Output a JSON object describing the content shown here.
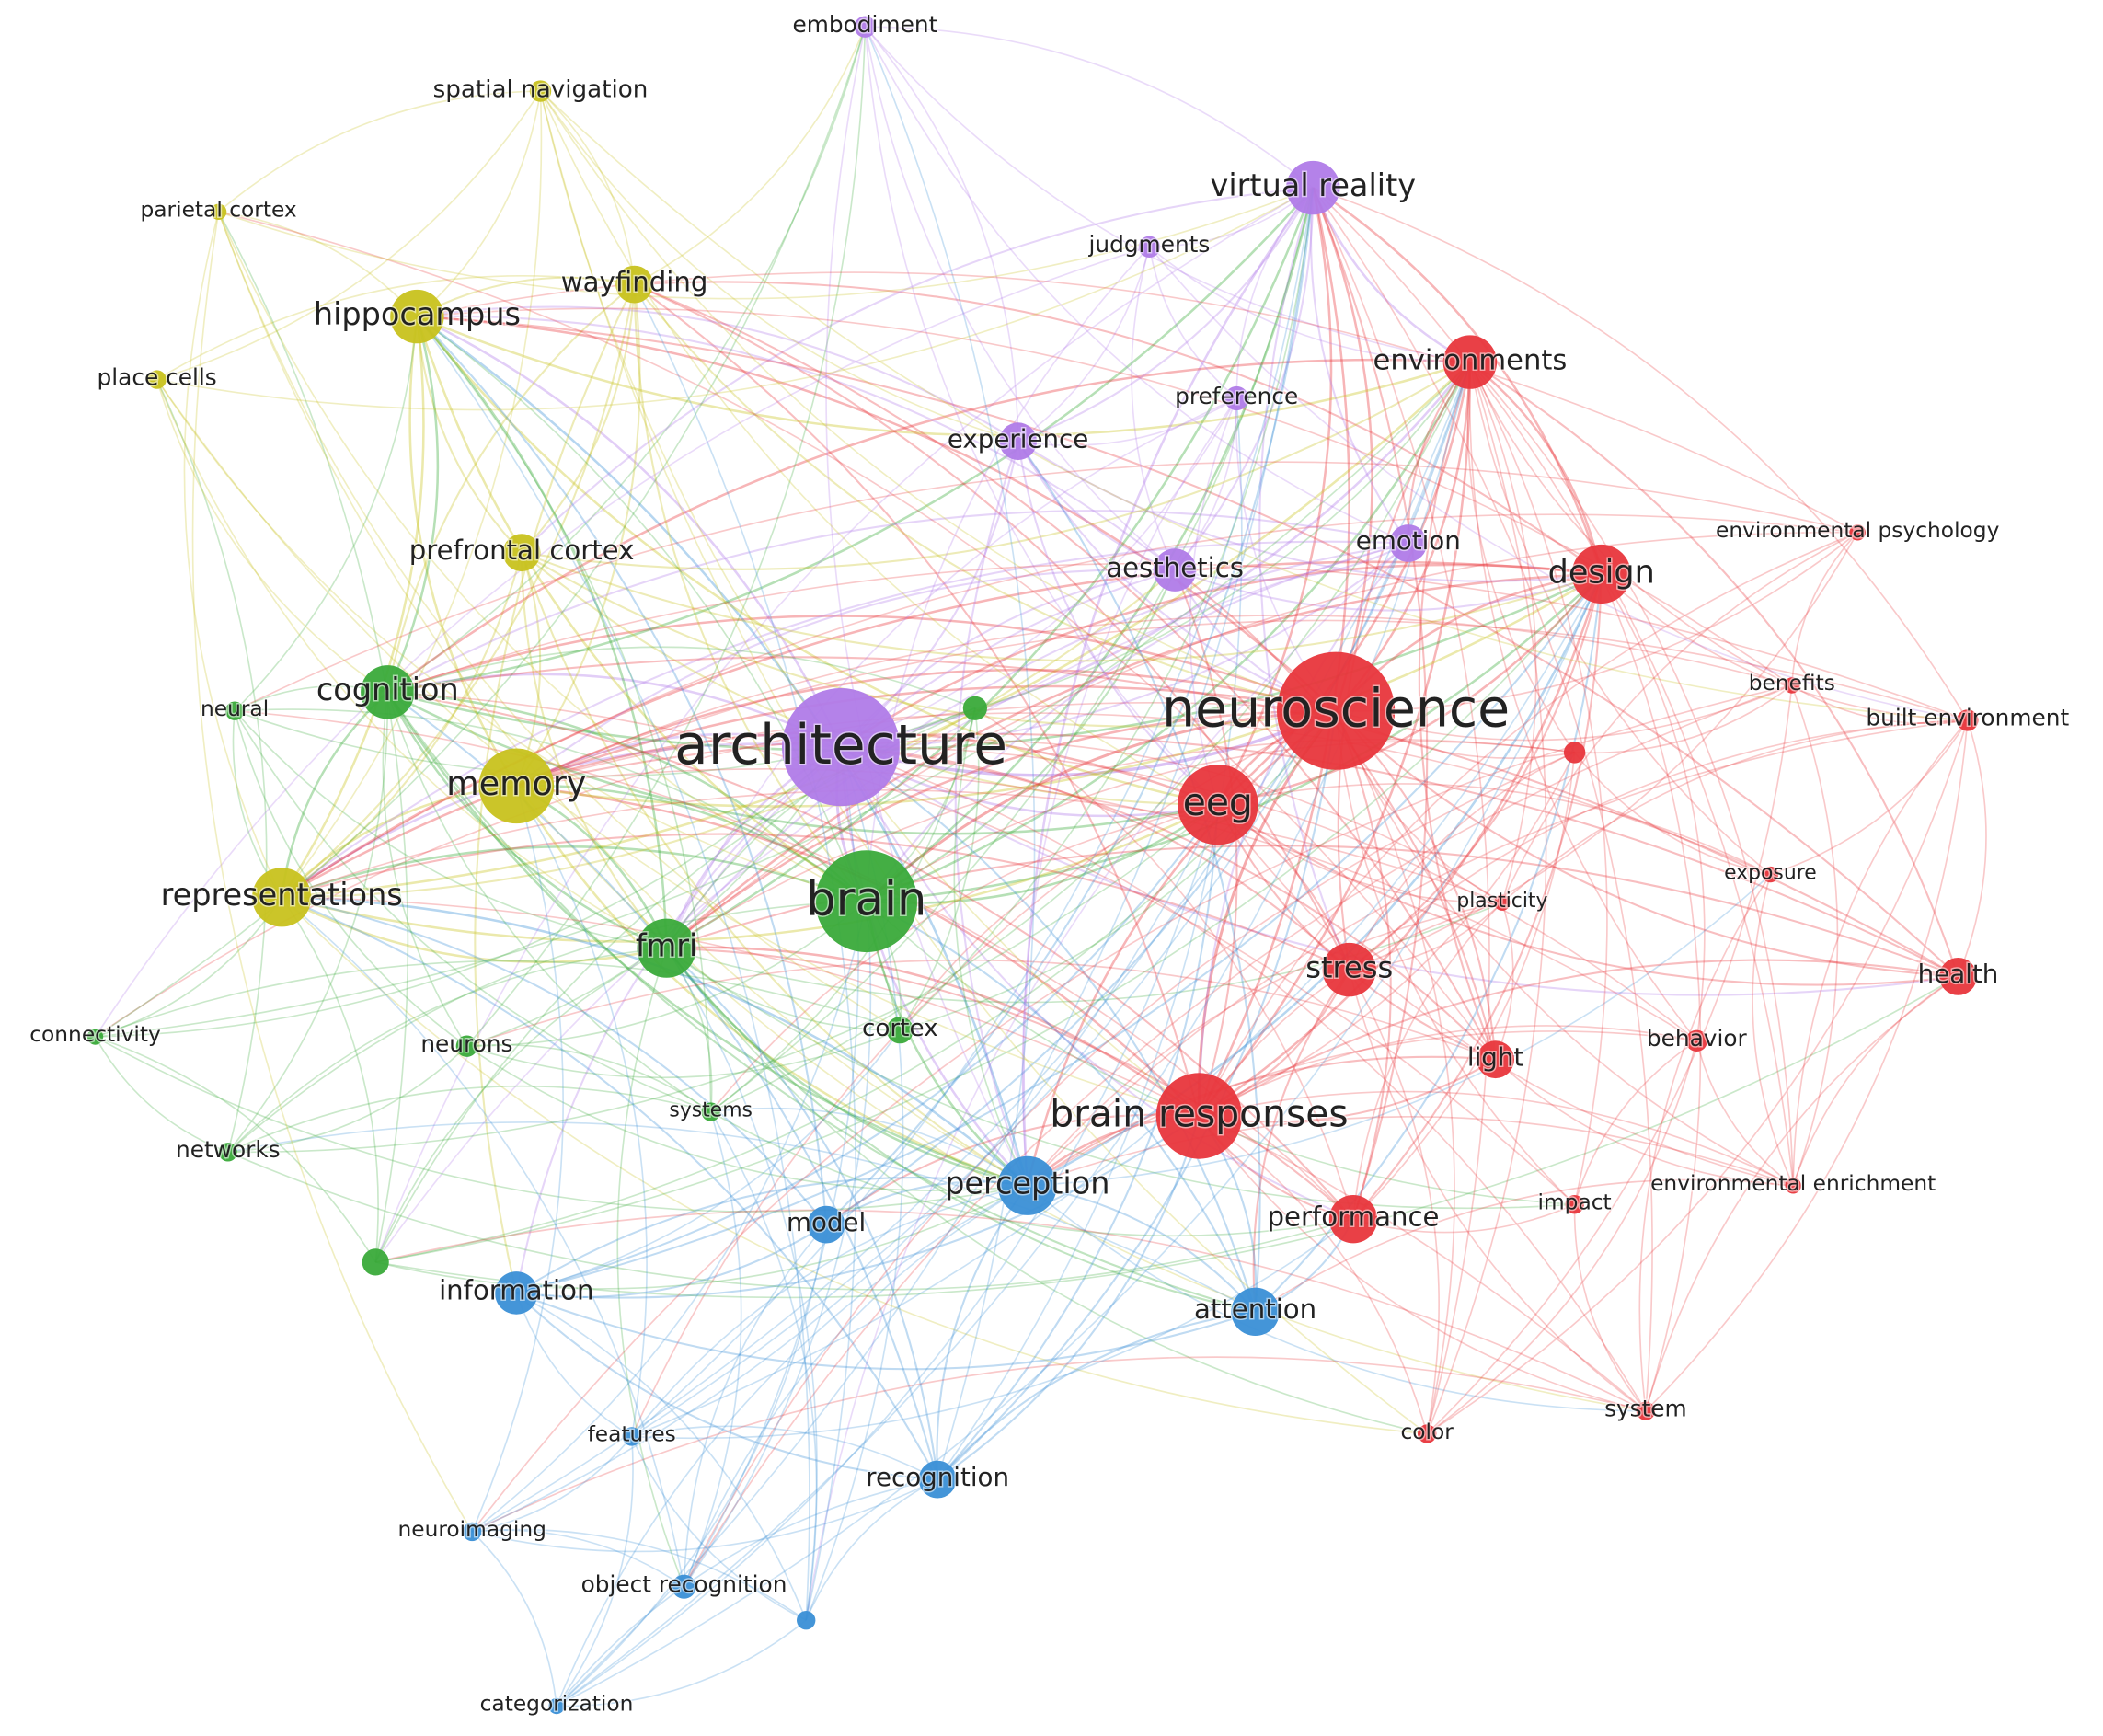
{
  "clusters": {
    "red": "#e8363c",
    "green": "#3aaa3a",
    "blue": "#3a8fd6",
    "yellow": "#c8c21e",
    "purple": "#b07be8"
  },
  "nodes": [
    {
      "id": "architecture",
      "label": "architecture",
      "cluster": "purple",
      "weight": 5
    },
    {
      "id": "neuroscience",
      "label": "neuroscience",
      "cluster": "red",
      "weight": 5
    },
    {
      "id": "brain",
      "label": "brain",
      "cluster": "green",
      "weight": 4
    },
    {
      "id": "brain-responses",
      "label": "brain responses",
      "cluster": "red",
      "weight": 4
    },
    {
      "id": "eeg",
      "label": "eeg",
      "cluster": "red",
      "weight": 3
    },
    {
      "id": "memory",
      "label": "memory",
      "cluster": "yellow",
      "weight": 3
    },
    {
      "id": "representations",
      "label": "representations",
      "cluster": "yellow",
      "weight": 3
    },
    {
      "id": "fmri",
      "label": "fmri",
      "cluster": "green",
      "weight": 3
    },
    {
      "id": "perception",
      "label": "perception",
      "cluster": "blue",
      "weight": 3
    },
    {
      "id": "hippocampus",
      "label": "hippocampus",
      "cluster": "yellow",
      "weight": 3
    },
    {
      "id": "cognition",
      "label": "cognition",
      "cluster": "green",
      "weight": 3
    },
    {
      "id": "design",
      "label": "design",
      "cluster": "red",
      "weight": 3
    },
    {
      "id": "virtual-reality",
      "label": "virtual reality",
      "cluster": "purple",
      "weight": 3
    },
    {
      "id": "environments",
      "label": "environments",
      "cluster": "red",
      "weight": 3
    },
    {
      "id": "stress",
      "label": "stress",
      "cluster": "red",
      "weight": 2
    },
    {
      "id": "wayfinding",
      "label": "wayfinding",
      "cluster": "yellow",
      "weight": 2
    },
    {
      "id": "experience",
      "label": "experience",
      "cluster": "purple",
      "weight": 2
    },
    {
      "id": "aesthetics",
      "label": "aesthetics",
      "cluster": "purple",
      "weight": 2
    },
    {
      "id": "emotion",
      "label": "emotion",
      "cluster": "purple",
      "weight": 2
    },
    {
      "id": "prefrontal-cortex",
      "label": "prefrontal cortex",
      "cluster": "yellow",
      "weight": 2
    },
    {
      "id": "information",
      "label": "information",
      "cluster": "blue",
      "weight": 2
    },
    {
      "id": "attention",
      "label": "attention",
      "cluster": "blue",
      "weight": 2
    },
    {
      "id": "performance",
      "label": "performance",
      "cluster": "red",
      "weight": 2
    },
    {
      "id": "model",
      "label": "model",
      "cluster": "blue",
      "weight": 2
    },
    {
      "id": "recognition",
      "label": "recognition",
      "cluster": "blue",
      "weight": 2
    },
    {
      "id": "health",
      "label": "health",
      "cluster": "red",
      "weight": 2
    },
    {
      "id": "light",
      "label": "light",
      "cluster": "red",
      "weight": 2
    },
    {
      "id": "cortex",
      "label": "cortex",
      "cluster": "green",
      "weight": 1
    },
    {
      "id": "neurons",
      "label": "neurons",
      "cluster": "green",
      "weight": 1
    },
    {
      "id": "systems",
      "label": "systems",
      "cluster": "green",
      "weight": 1
    },
    {
      "id": "neural",
      "label": "neural",
      "cluster": "green",
      "weight": 1
    },
    {
      "id": "connectivity",
      "label": "connectivity",
      "cluster": "green",
      "weight": 1
    },
    {
      "id": "networks",
      "label": "networks",
      "cluster": "green",
      "weight": 1
    },
    {
      "id": "unlabeled-green-a",
      "label": "",
      "cluster": "green",
      "weight": 1
    },
    {
      "id": "unlabeled-green-b",
      "label": "",
      "cluster": "green",
      "weight": 1
    },
    {
      "id": "embodiment",
      "label": "embodiment",
      "cluster": "purple",
      "weight": 1
    },
    {
      "id": "judgments",
      "label": "judgments",
      "cluster": "purple",
      "weight": 1
    },
    {
      "id": "preference",
      "label": "preference",
      "cluster": "purple",
      "weight": 1
    },
    {
      "id": "spatial-navigation",
      "label": "spatial navigation",
      "cluster": "yellow",
      "weight": 1
    },
    {
      "id": "parietal-cortex",
      "label": "parietal cortex",
      "cluster": "yellow",
      "weight": 1
    },
    {
      "id": "place-cells",
      "label": "place cells",
      "cluster": "yellow",
      "weight": 1
    },
    {
      "id": "environmental-psychology",
      "label": "environmental psychology",
      "cluster": "red",
      "weight": 1
    },
    {
      "id": "benefits",
      "label": "benefits",
      "cluster": "red",
      "weight": 1
    },
    {
      "id": "built-environment",
      "label": "built environment",
      "cluster": "red",
      "weight": 1
    },
    {
      "id": "exposure",
      "label": "exposure",
      "cluster": "red",
      "weight": 1
    },
    {
      "id": "plasticity",
      "label": "plasticity",
      "cluster": "red",
      "weight": 1
    },
    {
      "id": "behavior",
      "label": "behavior",
      "cluster": "red",
      "weight": 1
    },
    {
      "id": "impact",
      "label": "impact",
      "cluster": "red",
      "weight": 1
    },
    {
      "id": "environmental-enrichment",
      "label": "environmental enrichment",
      "cluster": "red",
      "weight": 1
    },
    {
      "id": "system",
      "label": "system",
      "cluster": "red",
      "weight": 1
    },
    {
      "id": "color",
      "label": "color",
      "cluster": "red",
      "weight": 1
    },
    {
      "id": "unlabeled-red",
      "label": "",
      "cluster": "red",
      "weight": 1
    },
    {
      "id": "features",
      "label": "features",
      "cluster": "blue",
      "weight": 1
    },
    {
      "id": "neuroimaging",
      "label": "neuroimaging",
      "cluster": "blue",
      "weight": 1
    },
    {
      "id": "object-recognition",
      "label": "object recognition",
      "cluster": "blue",
      "weight": 1
    },
    {
      "id": "categorization",
      "label": "categorization",
      "cluster": "blue",
      "weight": 1
    },
    {
      "id": "unlabeled-blue",
      "label": "",
      "cluster": "blue",
      "weight": 1
    }
  ]
}
